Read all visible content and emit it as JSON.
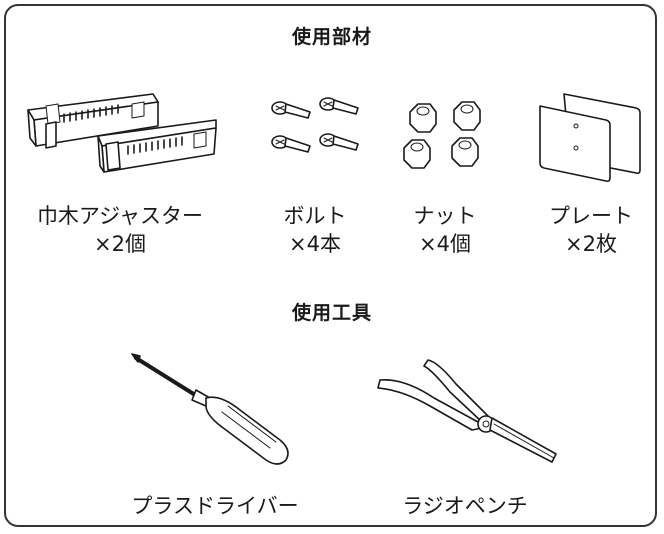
{
  "parts_section": {
    "title": "使用部材"
  },
  "parts": [
    {
      "name": "巾木アジャスター",
      "qty": "×2個",
      "icon": "baseboard-adjuster-icon"
    },
    {
      "name": "ボルト",
      "qty": "×4本",
      "icon": "bolt-icon"
    },
    {
      "name": "ナット",
      "qty": "×4個",
      "icon": "nut-icon"
    },
    {
      "name": "プレート",
      "qty": "×2枚",
      "icon": "plate-icon"
    }
  ],
  "tools_section": {
    "title": "使用工具"
  },
  "tools": [
    {
      "name": "プラスドライバー",
      "icon": "screwdriver-icon"
    },
    {
      "name": "ラジオペンチ",
      "icon": "pliers-icon"
    }
  ]
}
